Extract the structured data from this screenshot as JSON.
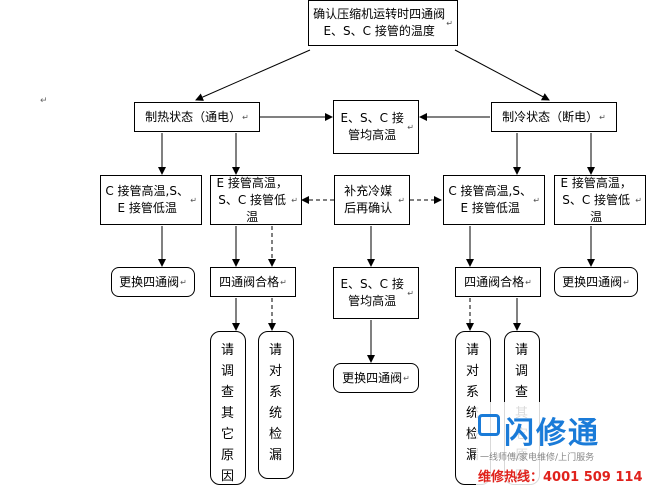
{
  "stray_mark": "↵",
  "paragraph_mark": "↵",
  "nodes": {
    "top": "确认压缩机运转时四通阀 E、S、C 接管的温度",
    "heating": "制热状态（通电）",
    "middle_check": "E、S、C 接管均高温",
    "cooling": "制冷状态（断电）",
    "h_c_high": "C 接管高温,S、E 接管低温",
    "h_e_high": "E 接管高温，S、C 接管低温",
    "refill": "补充冷媒后再确认",
    "c_c_high": "C 接管高温,S、E 接管低温",
    "c_e_high": "E 接管高温，S、C 接管低温",
    "replace_1": "更换四通阀",
    "valve_ok_1": "四通阀合格",
    "still_high": "E、S、C 接管均高温",
    "valve_ok_2": "四通阀合格",
    "replace_3": "更换四通阀",
    "replace_2": "更换四通阀",
    "check_other_1": "请调查其它原因",
    "check_leak_1": "请对系统检漏",
    "check_leak_2": "请对系统检漏",
    "check_other_2": "请调查其它原因"
  },
  "watermark": {
    "brand": "闪修通",
    "tagline": "一线师傅/家电维修/上门服务",
    "hotline": "维修热线：4001 509 114"
  },
  "colors": {
    "line": "#000000",
    "brand": "#1a7bd8",
    "hotline": "#e0221c"
  }
}
